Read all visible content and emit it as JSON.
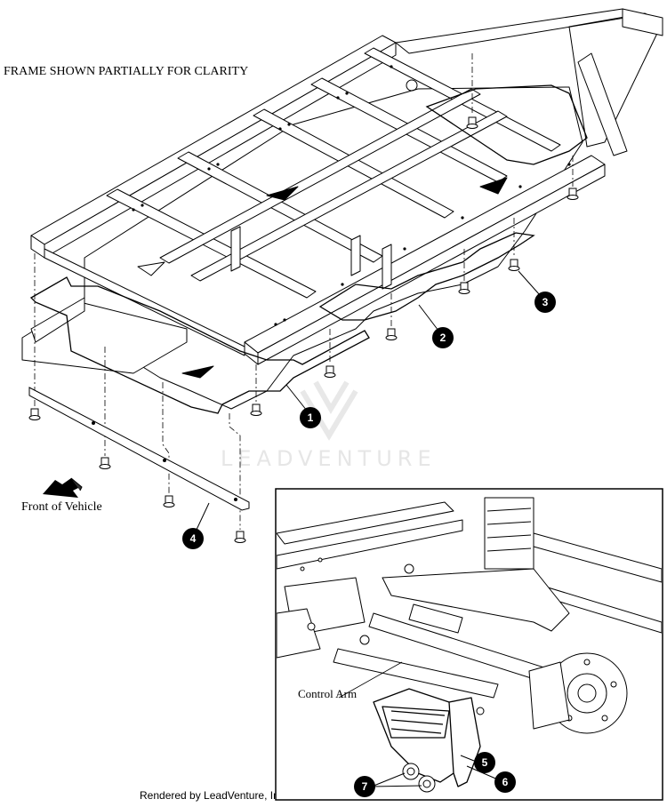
{
  "frame_note": "FRAME SHOWN PARTIALLY FOR CLARITY",
  "front_label": "Front of Vehicle",
  "control_arm_label": "Control Arm",
  "watermark": "LEADVENTURE",
  "credit": "Rendered by LeadVenture, Inc.",
  "callouts": [
    "1",
    "2",
    "3",
    "4",
    "5",
    "6",
    "7"
  ],
  "icons": {
    "front_arrow": "arrow-front-icon",
    "watermark_logo": "leadventure-logo-icon"
  }
}
